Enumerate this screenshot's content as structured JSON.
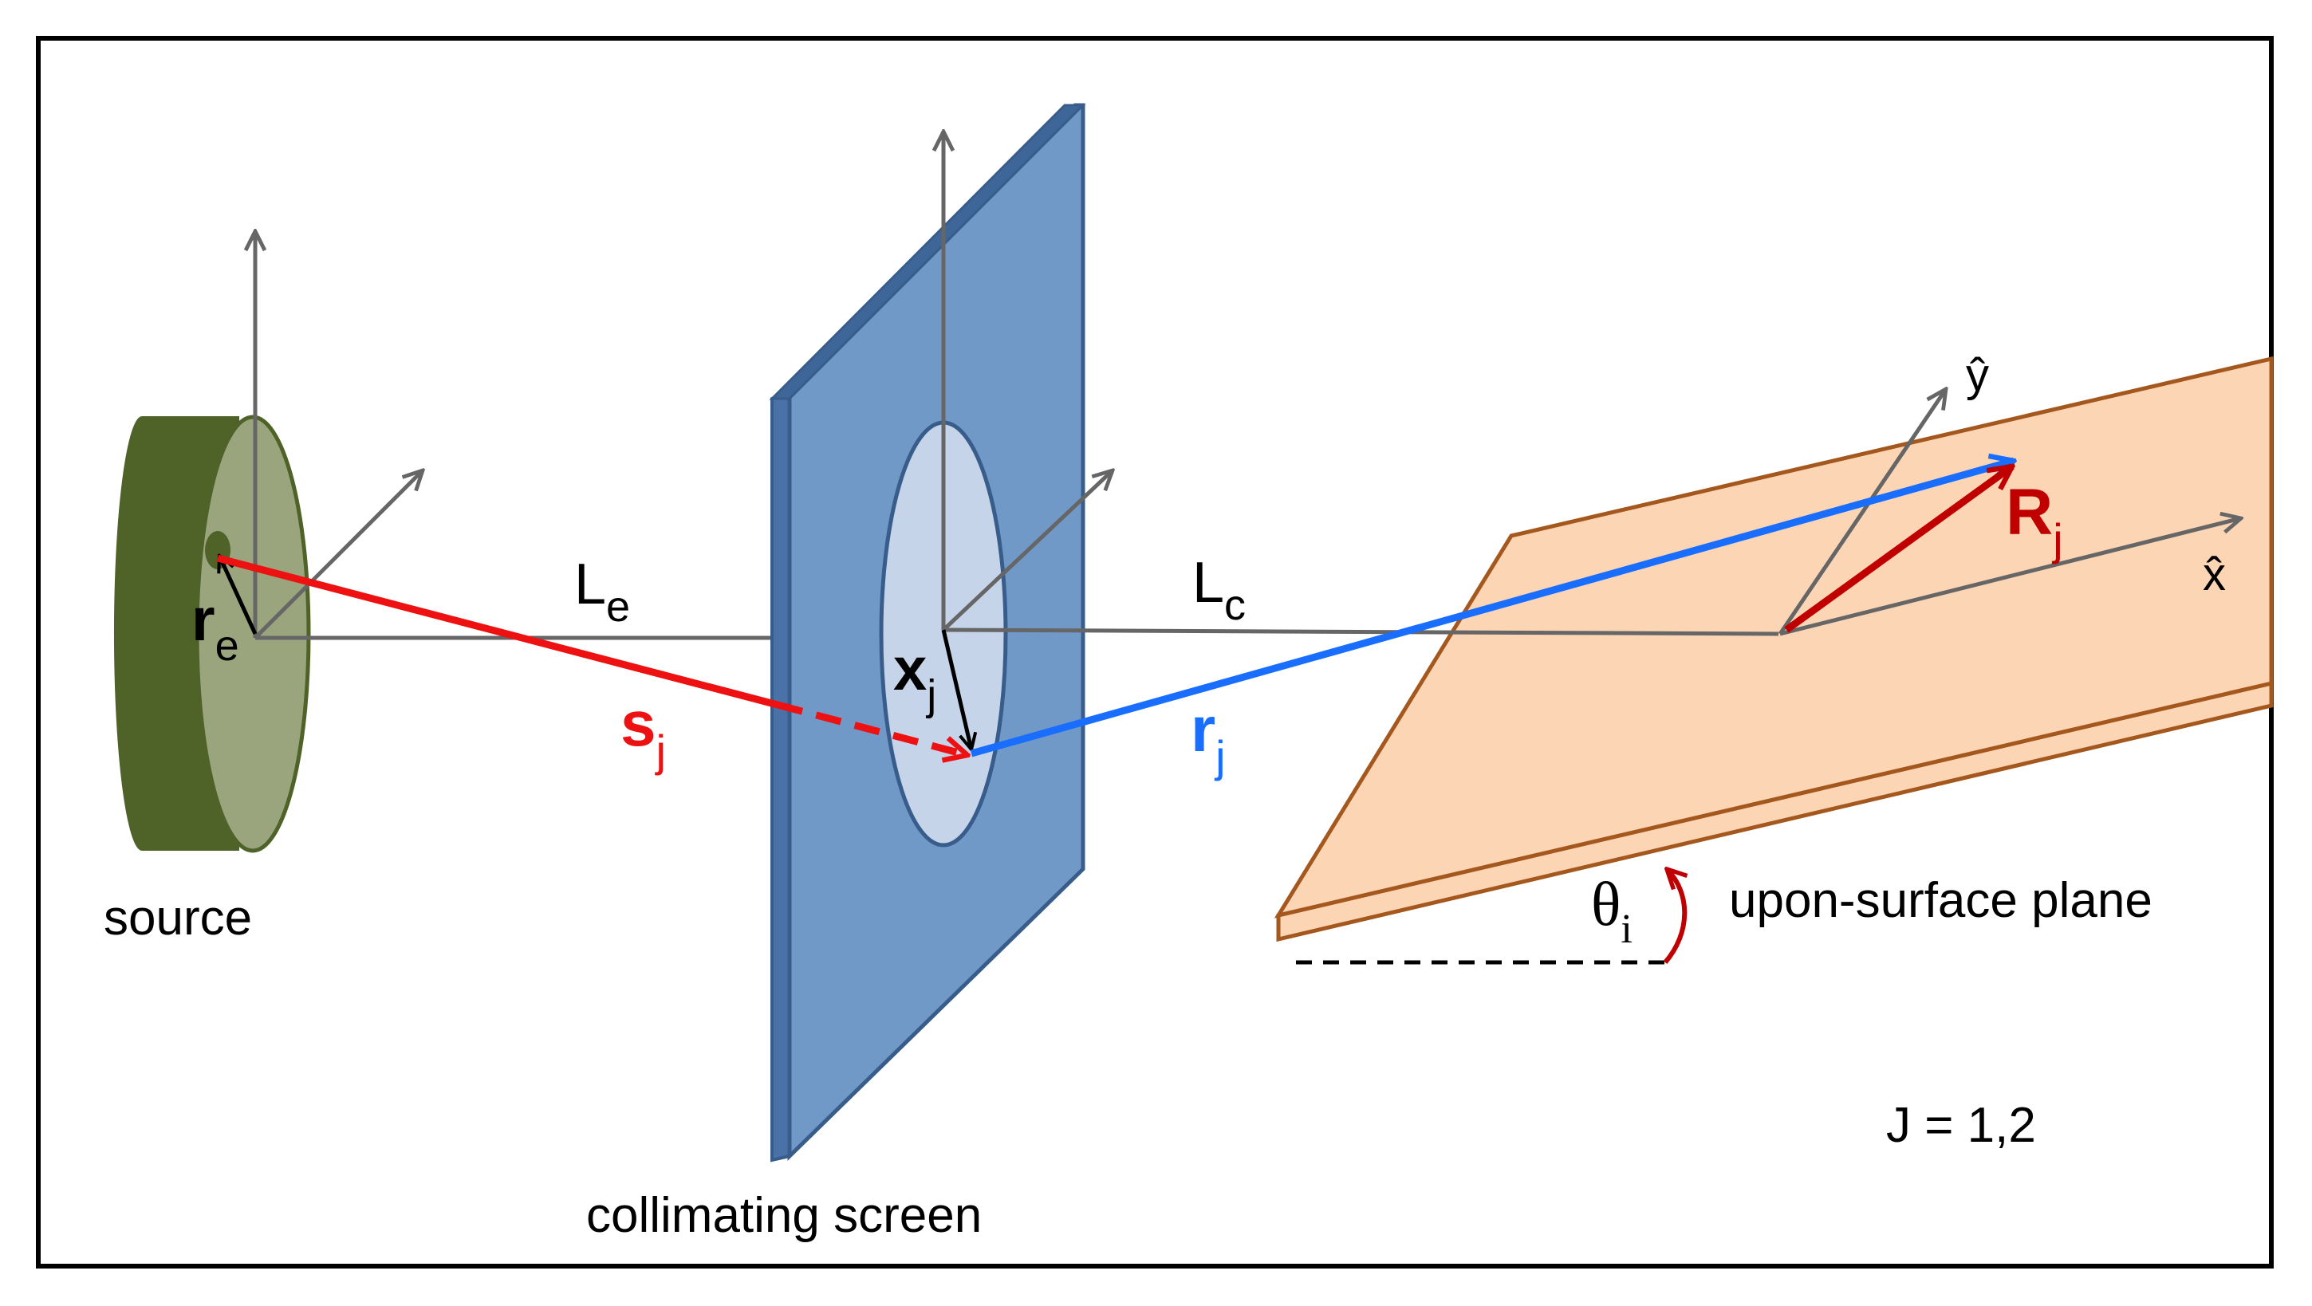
{
  "labels": {
    "source": "source",
    "screen": "collimating screen",
    "plane": "upon-surface plane",
    "index_note": "J = 1,2",
    "Le": {
      "main": "L",
      "sub": "e"
    },
    "Lc": {
      "main": "L",
      "sub": "c"
    },
    "re": {
      "main": "r",
      "sub": "e"
    },
    "xj": {
      "main": "x",
      "sub": "j"
    },
    "sj": {
      "main": "s",
      "sub": "j"
    },
    "rj": {
      "main": "r",
      "sub": "j"
    },
    "Rj": {
      "main": "R",
      "sub": "j"
    },
    "theta": {
      "main": "θ",
      "sub": "i"
    },
    "x_hat": "x̂",
    "y_hat": "ŷ"
  },
  "colors": {
    "source_dark": "#4f6228",
    "source_face": "#9aa57e",
    "screen_fill": "#7199c8",
    "screen_edge": "#385d8a",
    "aperture_fill": "#c6d4ea",
    "plane_fill": "#fcd5b5",
    "plane_edge": "#a5581e",
    "axis_gray": "#666666",
    "red": "#ee1111",
    "dark_red": "#c00000",
    "blue": "#1a6eff",
    "black": "#000000"
  }
}
